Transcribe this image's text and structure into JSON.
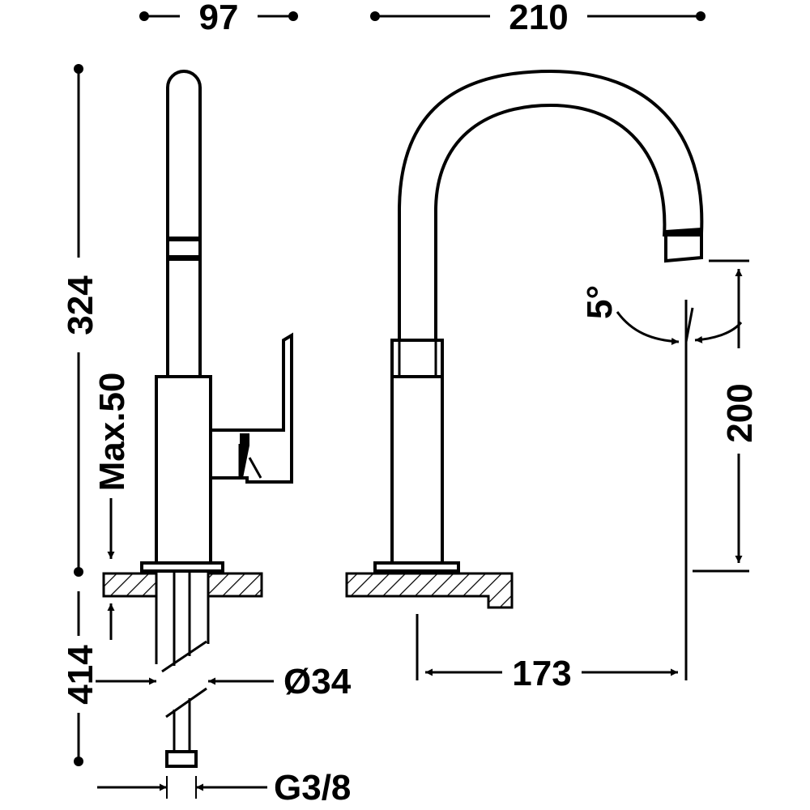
{
  "dimensions": {
    "top_left_width": "97",
    "top_right_width": "210",
    "total_height": "324",
    "max_deck_thickness": "Max.50",
    "hose_length": "414",
    "spout_height": "200",
    "spout_reach": "173",
    "hole_diameter": "Ø34",
    "connection_thread": "G3/8",
    "spout_angle": "5°"
  },
  "colors": {
    "line": "#000000",
    "background": "#ffffff"
  }
}
